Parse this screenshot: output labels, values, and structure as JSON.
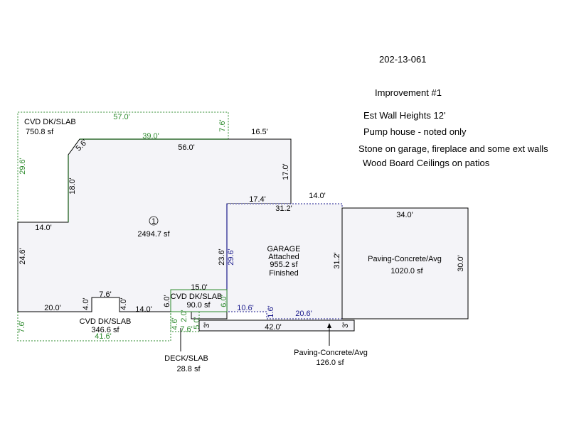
{
  "header": {
    "parcel_id": "202-13-061",
    "improvement": "Improvement #1"
  },
  "notes": {
    "wall_heights": "Est Wall Heights 12'",
    "pump_house": "Pump house - noted only",
    "stone": "Stone on garage, fireplace and some ext walls",
    "ceilings": "Wood Board Ceilings on patios"
  },
  "colors": {
    "main_line": "#000000",
    "covered_line": "#2e8b2e",
    "garage_line": "#1a1a8c",
    "fill": "#f4f4f8"
  },
  "areas": {
    "main": {
      "marker": "1",
      "area": "2494.7 sf"
    },
    "cvd_top": {
      "name": "CVD DK/SLAB",
      "area": "750.8 sf"
    },
    "cvd_bottom": {
      "name": "CVD DK/SLAB",
      "area": "346.6 sf"
    },
    "cvd_small": {
      "name": "CVD DK/SLAB",
      "area": "90.0 sf"
    },
    "garage": {
      "name": "GARAGE",
      "line2": "Attached",
      "area": "955.2 sf",
      "line4": "Finished"
    },
    "paving_large": {
      "name": "Paving-Concrete/Avg",
      "area": "1020.0 sf"
    },
    "paving_small": {
      "name": "Paving-Concrete/Avg",
      "area": "126.0 sf"
    },
    "deck": {
      "name": "DECK/SLAB",
      "area": "28.8 sf"
    }
  },
  "dims": {
    "d57_0": "57.0'",
    "d7_6_top": "7.6'",
    "d39_0": "39.0'",
    "d16_5": "16.5'",
    "d56_0": "56.0'",
    "d5_6": "5.6'",
    "d29_6_left": "29.6'",
    "d18_0": "18.0'",
    "d17_0": "17.0'",
    "d17_4": "17.4'",
    "d14_0_right": "14.0'",
    "d31_2_top": "31.2'",
    "d34_0": "34.0'",
    "d14_0_left": "14.0'",
    "d24_6": "24.6'",
    "d23_6": "23.6'",
    "d29_6_garage": "29.6'",
    "d31_2_side": "31.2'",
    "d30_0": "30.0'",
    "d15_0": "15.0'",
    "d7_6_bump": "7.6'",
    "d4_0_a": "4.0'",
    "d4_0_b": "4.0'",
    "d20_0": "20.0'",
    "d14_0_bottom": "14.0'",
    "d6_0_a": "6.0'",
    "d6_0_b": "6.0'",
    "d10_6": "10.6'",
    "d1_6": "1.6'",
    "d20_6": "20.6'",
    "d7_6_left_bottom": "7.6'",
    "d41_6": "41.6'",
    "d4_6": "4.6'",
    "d7_6_deck": "7.6'",
    "d5_0": "5.0'",
    "d2_0": "2.0'",
    "d3_left": "3'",
    "d42_0": "42.0'",
    "d3_right": "3'"
  }
}
